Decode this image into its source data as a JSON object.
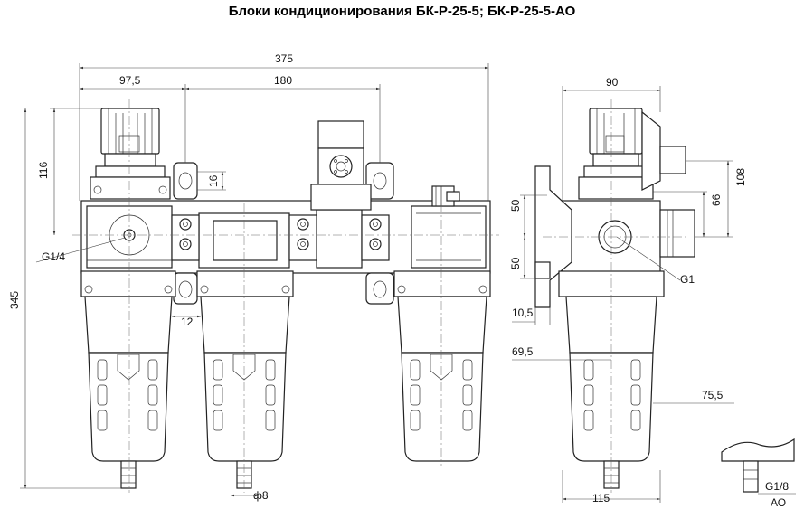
{
  "title": "Блоки кондиционирования БК-Р-25-5; БК-Р-25-5-АО",
  "dims": {
    "d375": "375",
    "d97_5": "97,5",
    "d180": "180",
    "d116": "116",
    "d16": "16",
    "g14": "G1/4",
    "d345": "345",
    "d12": "12",
    "d8": "ф8",
    "d90": "90",
    "d108": "108",
    "d66": "66",
    "d50a": "50",
    "d50b": "50",
    "g1": "G1",
    "d10_5": "10,5",
    "d69_5": "69,5",
    "d75_5": "75,5",
    "d115": "115",
    "g18": "G1/8",
    "ao": "АО"
  }
}
